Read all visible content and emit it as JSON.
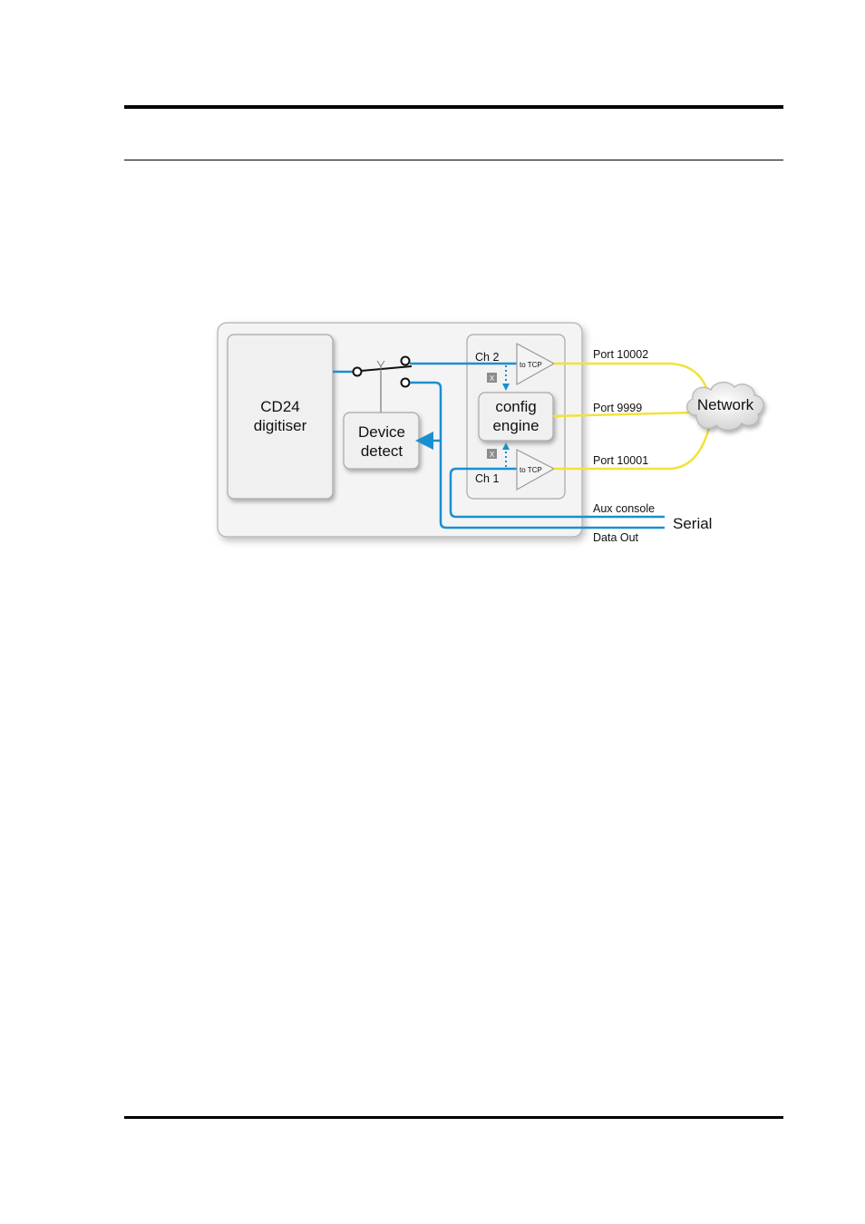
{
  "diagram": {
    "digitiser": {
      "line1": "CD24",
      "line2": "digitiser"
    },
    "device_detect": {
      "line1": "Device",
      "line2": "detect"
    },
    "config_engine": {
      "line1": "config",
      "line2": "engine"
    },
    "channels": [
      {
        "label": "Ch 2",
        "amp_label": "to TCP",
        "x_label": "X"
      },
      {
        "label": "Ch 1",
        "amp_label": "to TCP",
        "x_label": "X"
      }
    ],
    "ports": {
      "port_10002": "Port 10002",
      "port_9999": "Port 9999",
      "port_10001": "Port 10001"
    },
    "network": "Network",
    "serial": {
      "label": "Serial",
      "aux_console": "Aux console",
      "data_out": "Data Out"
    },
    "colors": {
      "serial_line": "#1a8fd0",
      "network_line": "#f2e23a",
      "box_fill": "#f2f2f2",
      "box_stroke": "#a8a8a8"
    }
  }
}
